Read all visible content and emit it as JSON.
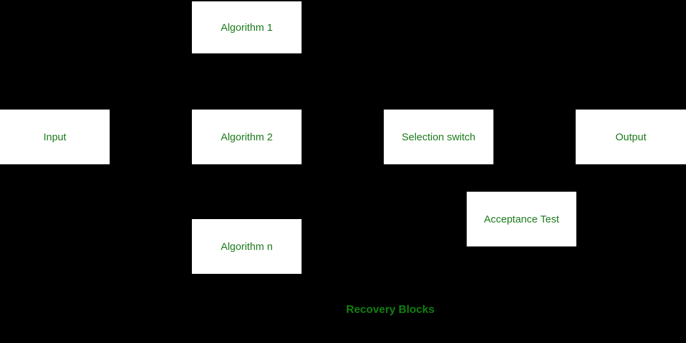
{
  "diagram": {
    "title": "Recovery Blocks",
    "background_color": "#000000",
    "node_fill_color": "#ffffff",
    "node_text_color": "#1a7a1a",
    "caption_color": "#118011",
    "nodes": [
      {
        "id": "algorithm-1",
        "label": "Algorithm 1"
      },
      {
        "id": "input",
        "label": "Input"
      },
      {
        "id": "algorithm-2",
        "label": "Algorithm 2"
      },
      {
        "id": "selection-switch",
        "label": "Selection switch"
      },
      {
        "id": "output",
        "label": "Output"
      },
      {
        "id": "algorithm-n",
        "label": "Algorithm n"
      },
      {
        "id": "acceptance-test",
        "label": "Acceptance Test"
      }
    ]
  }
}
